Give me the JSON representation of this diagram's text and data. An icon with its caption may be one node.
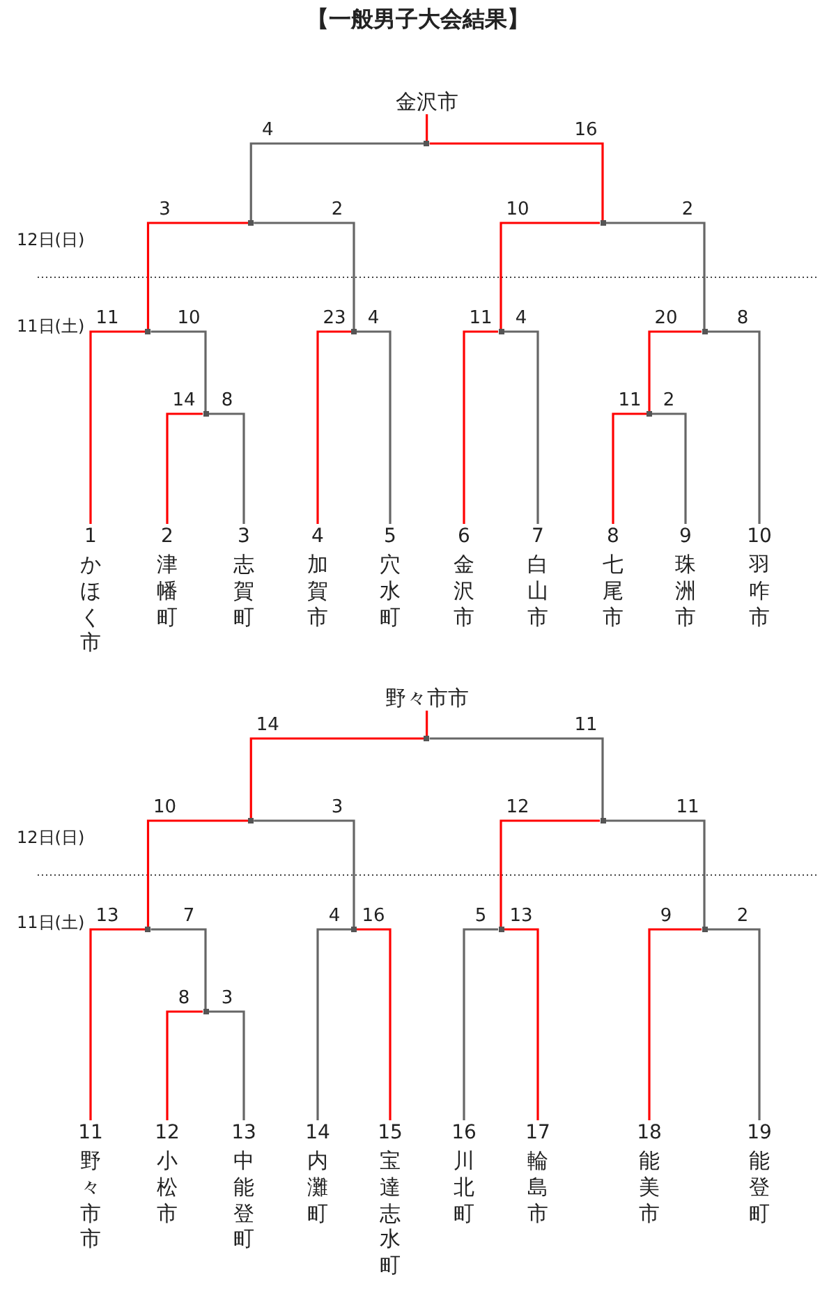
{
  "diagram": {
    "title": "【一般男子大会結果】",
    "nodes": [
      {
        "text": [
          "金沢市"
        ]
      },
      {
        "text": [],
        "shape": "bar"
      },
      {
        "text": [],
        "shape": "bar"
      },
      {
        "text": [],
        "shape": "bar"
      },
      {
        "text": [],
        "shape": "bar"
      },
      {
        "text": [],
        "shape": "bar"
      },
      {
        "text": [],
        "shape": "bar"
      },
      {
        "text": [],
        "shape": "bar"
      },
      {
        "text": [],
        "shape": "bar"
      },
      {
        "text": [],
        "shape": "bar"
      },
      {
        "text": [
          "1",
          "かほく市"
        ]
      },
      {
        "text": [
          "2",
          "津幡町"
        ]
      },
      {
        "text": [
          "3",
          "志賀町"
        ]
      },
      {
        "text": [
          "4",
          "加賀市"
        ]
      },
      {
        "text": [
          "5",
          "穴水町"
        ]
      },
      {
        "text": [
          "6",
          "金沢市"
        ]
      },
      {
        "text": [
          "7",
          "白山市"
        ]
      },
      {
        "text": [
          "8",
          "七尾市"
        ]
      },
      {
        "text": [
          "9",
          "珠洲市"
        ]
      },
      {
        "text": [
          "10",
          "羽咋市"
        ]
      },
      {
        "text": [
          "野々市市"
        ]
      },
      {
        "text": [],
        "shape": "bar"
      },
      {
        "text": [],
        "shape": "bar"
      },
      {
        "text": [],
        "shape": "bar"
      },
      {
        "text": [],
        "shape": "bar"
      },
      {
        "text": [],
        "shape": "bar"
      },
      {
        "text": [],
        "shape": "bar"
      },
      {
        "text": [],
        "shape": "bar"
      },
      {
        "text": [],
        "shape": "bar"
      },
      {
        "text": [
          "11",
          "野々市市"
        ]
      },
      {
        "text": [
          "12",
          "小松市"
        ]
      },
      {
        "text": [
          "13",
          "中能登町"
        ]
      },
      {
        "text": [
          "14",
          "内灘町"
        ]
      },
      {
        "text": [
          "15",
          "宝達志水町"
        ]
      },
      {
        "text": [
          "16",
          "川北町"
        ]
      },
      {
        "text": [
          "17",
          "輪島市"
        ]
      },
      {
        "text": [
          "18",
          "能美市"
        ]
      },
      {
        "text": [
          "19",
          "能登町"
        ]
      }
    ],
    "edges": [
      {
        "from": 1,
        "to": 0,
        "arrow": "none",
        "color": "#ff0000"
      },
      {
        "from": 2,
        "to": 1,
        "arrow": "none",
        "label": "4",
        "color": "#666666"
      },
      {
        "from": 3,
        "to": 1,
        "arrow": "none",
        "label": "16",
        "color": "#ff0000"
      },
      {
        "from": 4,
        "to": 2,
        "arrow": "none",
        "label": "3",
        "color": "#ff0000"
      },
      {
        "from": 5,
        "to": 2,
        "arrow": "none",
        "label": "2",
        "color": "#666666"
      },
      {
        "from": 6,
        "to": 3,
        "arrow": "none",
        "label": "10",
        "color": "#ff0000"
      },
      {
        "from": 7,
        "to": 3,
        "arrow": "none",
        "label": "2",
        "color": "#666666"
      },
      {
        "from": 10,
        "to": 4,
        "arrow": "none",
        "label": "11",
        "color": "#ff0000"
      },
      {
        "from": 8,
        "to": 4,
        "arrow": "none",
        "label": "10",
        "color": "#666666"
      },
      {
        "from": 13,
        "to": 5,
        "arrow": "none",
        "label": "23",
        "color": "#ff0000"
      },
      {
        "from": 14,
        "to": 5,
        "arrow": "none",
        "label": "4",
        "color": "#666666"
      },
      {
        "from": 15,
        "to": 6,
        "arrow": "none",
        "label": "11",
        "color": "#ff0000"
      },
      {
        "from": 16,
        "to": 6,
        "arrow": "none",
        "label": "4",
        "color": "#666666"
      },
      {
        "from": 9,
        "to": 7,
        "arrow": "none",
        "label": "20",
        "color": "#ff0000"
      },
      {
        "from": 19,
        "to": 7,
        "arrow": "none",
        "label": "8",
        "color": "#666666"
      },
      {
        "from": 11,
        "to": 8,
        "arrow": "none",
        "label": "14",
        "color": "#ff0000"
      },
      {
        "from": 12,
        "to": 8,
        "arrow": "none",
        "label": "8",
        "color": "#666666"
      },
      {
        "from": 17,
        "to": 9,
        "arrow": "none",
        "label": "11",
        "color": "#ff0000"
      },
      {
        "from": 18,
        "to": 9,
        "arrow": "none",
        "label": "2",
        "color": "#666666"
      },
      {
        "from": 21,
        "to": 20,
        "arrow": "none",
        "color": "#ff0000"
      },
      {
        "from": 22,
        "to": 21,
        "arrow": "none",
        "label": "14",
        "color": "#ff0000"
      },
      {
        "from": 23,
        "to": 21,
        "arrow": "none",
        "label": "11",
        "color": "#666666"
      },
      {
        "from": 24,
        "to": 22,
        "arrow": "none",
        "label": "10",
        "color": "#ff0000"
      },
      {
        "from": 25,
        "to": 22,
        "arrow": "none",
        "label": "3",
        "color": "#666666"
      },
      {
        "from": 26,
        "to": 23,
        "arrow": "none",
        "label": "12",
        "color": "#ff0000"
      },
      {
        "from": 27,
        "to": 23,
        "arrow": "none",
        "label": "11",
        "color": "#666666"
      },
      {
        "from": 29,
        "to": 24,
        "arrow": "none",
        "label": "13",
        "color": "#ff0000"
      },
      {
        "from": 28,
        "to": 24,
        "arrow": "none",
        "label": "7",
        "color": "#666666"
      },
      {
        "from": 32,
        "to": 25,
        "arrow": "none",
        "label": "4",
        "color": "#666666"
      },
      {
        "from": 33,
        "to": 25,
        "arrow": "none",
        "label": "16",
        "color": "#ff0000"
      },
      {
        "from": 34,
        "to": 26,
        "arrow": "none",
        "label": "5",
        "color": "#666666"
      },
      {
        "from": 35,
        "to": 26,
        "arrow": "none",
        "label": "13",
        "color": "#ff0000"
      },
      {
        "from": 30,
        "to": 28,
        "arrow": "none",
        "label": "8",
        "color": "#ff0000"
      },
      {
        "from": 31,
        "to": 28,
        "arrow": "none",
        "label": "3",
        "color": "#666666"
      },
      {
        "from": 36,
        "to": 27,
        "arrow": "none",
        "label": "9",
        "color": "#ff0000"
      },
      {
        "from": 37,
        "to": 27,
        "arrow": "none",
        "label": "2",
        "color": "#666666"
      }
    ],
    "labels": [
      "12日(日)",
      "11日(土)",
      "12日(日)",
      "11日(土)"
    ]
  }
}
